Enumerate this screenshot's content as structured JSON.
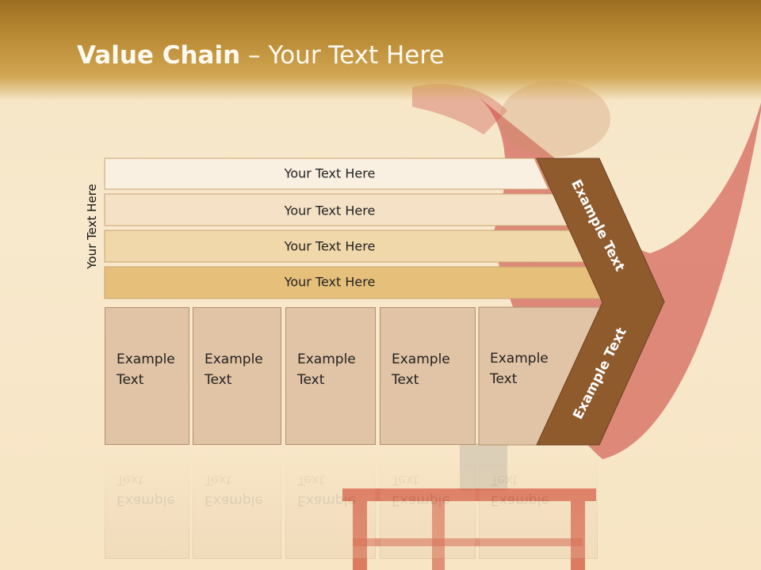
{
  "title": {
    "bold": "Value Chain",
    "rest": " – Your Text Here"
  },
  "vertical_label": "Your Text Here",
  "bars": [
    {
      "label": "Your Text Here"
    },
    {
      "label": "Your Text Here"
    },
    {
      "label": "Your Text Here"
    },
    {
      "label": "Your Text Here"
    }
  ],
  "boxes": [
    {
      "line1": "Example",
      "line2": "Text"
    },
    {
      "line1": "Example",
      "line2": "Text"
    },
    {
      "line1": "Example",
      "line2": "Text"
    },
    {
      "line1": "Example",
      "line2": "Text"
    },
    {
      "line1": "Example",
      "line2": "Text"
    }
  ],
  "chevron": {
    "top": "Example Text",
    "bottom": "Example Text"
  },
  "colors": {
    "header": "#b98a34",
    "bar1": "#faf0e2",
    "bar2": "#f5e2c6",
    "bar3": "#f0d8aa",
    "bar4": "#e6c07a",
    "box": "#e1c3a5",
    "chevron": "#8f5a2c"
  }
}
